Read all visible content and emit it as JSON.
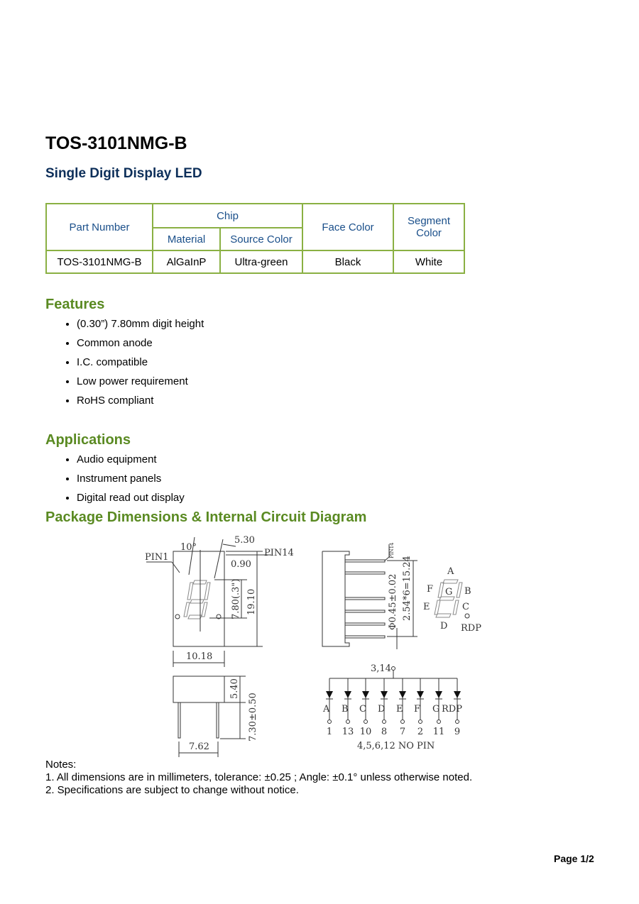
{
  "title": "TOS-3101NMG-B",
  "subtitle": "Single Digit Display LED",
  "table": {
    "headers": {
      "part_number": "Part Number",
      "chip": "Chip",
      "material": "Material",
      "source_color": "Source Color",
      "face_color": "Face Color",
      "segment_color": "Segment Color"
    },
    "row": {
      "part_number": "TOS-3101NMG-B",
      "material": "AlGaInP",
      "source_color": "Ultra-green",
      "face_color": "Black",
      "segment_color": "White"
    }
  },
  "features": {
    "heading": "Features",
    "items": [
      "(0.30”) 7.80mm digit height",
      "Common anode",
      "I.C. compatible",
      "Low power requirement",
      "RoHS compliant"
    ]
  },
  "applications": {
    "heading": "Applications",
    "items": [
      "Audio equipment",
      "Instrument panels",
      "Digital read out display"
    ]
  },
  "package": {
    "heading": "Package Dimensions & Internal Circuit Diagram",
    "labels": {
      "pin1": "PIN1",
      "pin14": "PIN14",
      "angle": "10°",
      "d530": "5.30",
      "d090": "0.90",
      "d780": "7.80(.3\")",
      "d1910": "19.10",
      "d1018": "10.18",
      "d540": "5.40",
      "d730": "7.30±0.50",
      "d762": "7.62",
      "pin14_side": "PIN14",
      "d045": "Φ0.45±0.02",
      "d254": "2.54*6=15.24"
    },
    "segments": {
      "A": "A",
      "B": "B",
      "C": "C",
      "D": "D",
      "E": "E",
      "F": "F",
      "G": "G",
      "RDP": "RDP"
    },
    "circuit": {
      "common": "3,14",
      "segments": [
        "A",
        "B",
        "C",
        "D",
        "E",
        "F",
        "G",
        "RDP"
      ],
      "pins": [
        "1",
        "13",
        "10",
        "8",
        "7",
        "2",
        "11",
        "9"
      ],
      "no_pin": "4,5,6,12  NO  PIN"
    }
  },
  "notes": {
    "heading": "Notes:",
    "items": [
      "1. All dimensions are in millimeters, tolerance: ±0.25 ; Angle: ±0.1° unless otherwise noted.",
      "2. Specifications are subject to change without notice."
    ]
  },
  "page": "Page 1/2"
}
